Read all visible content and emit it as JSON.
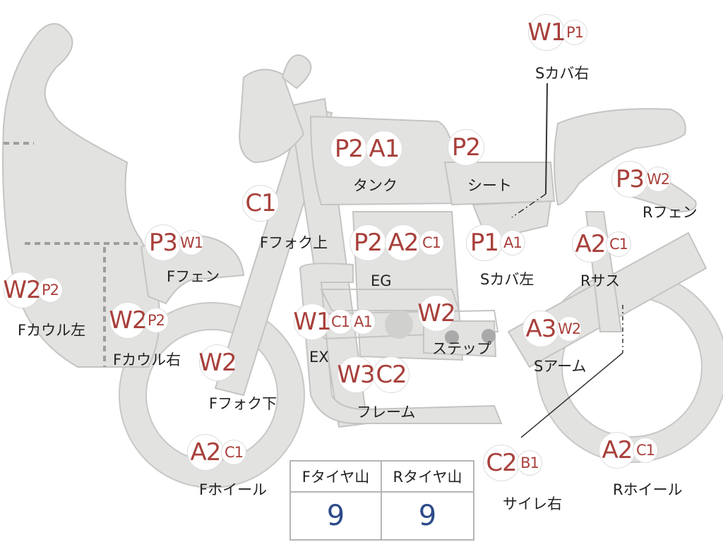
{
  "parts": [
    {
      "id": "s-cover-right",
      "label": "Sカバ右",
      "grades": [
        "W1",
        "P1"
      ]
    },
    {
      "id": "tank",
      "label": "タンク",
      "grades": [
        "P2",
        "A1"
      ]
    },
    {
      "id": "seat",
      "label": "シート",
      "grades": [
        "P2"
      ]
    },
    {
      "id": "r-fender",
      "label": "Rフェン",
      "grades": [
        "P3",
        "W2"
      ]
    },
    {
      "id": "f-fork-upper",
      "label": "Fフォク上",
      "grades": [
        "C1"
      ]
    },
    {
      "id": "f-fender",
      "label": "Fフェン",
      "grades": [
        "P3",
        "W1"
      ]
    },
    {
      "id": "engine",
      "label": "EG",
      "grades": [
        "P2",
        "A2",
        "C1"
      ]
    },
    {
      "id": "s-cover-left",
      "label": "Sカバ左",
      "grades": [
        "P1",
        "A1"
      ]
    },
    {
      "id": "r-suspension",
      "label": "Rサス",
      "grades": [
        "A2",
        "C1"
      ]
    },
    {
      "id": "f-cowl-left",
      "label": "Fカウル左",
      "grades": [
        "W2",
        "P2"
      ]
    },
    {
      "id": "f-cowl-right",
      "label": "Fカウル右",
      "grades": [
        "W2",
        "P2"
      ]
    },
    {
      "id": "exhaust",
      "label": "EX",
      "grades": [
        "W1",
        "C1",
        "A1"
      ]
    },
    {
      "id": "step",
      "label": "ステップ",
      "grades": [
        "W2"
      ]
    },
    {
      "id": "s-arm",
      "label": "Sアーム",
      "grades": [
        "A3",
        "W2"
      ]
    },
    {
      "id": "f-fork-lower",
      "label": "Fフォク下",
      "grades": [
        "W2"
      ]
    },
    {
      "id": "frame",
      "label": "フレーム",
      "grades": [
        "W3",
        "C2"
      ]
    },
    {
      "id": "f-wheel",
      "label": "Fホイール",
      "grades": [
        "A2",
        "C1"
      ]
    },
    {
      "id": "silencer-right",
      "label": "サイレ右",
      "grades": [
        "C2",
        "B1"
      ]
    },
    {
      "id": "r-wheel",
      "label": "Rホイール",
      "grades": [
        "A2",
        "C1"
      ]
    }
  ],
  "tire_table": {
    "front_header": "Fタイヤ山",
    "rear_header": "Rタイヤ山",
    "front_value": "9",
    "rear_value": "9"
  },
  "colors": {
    "silhouette": "#e2e2e0",
    "outline": "#bdbdbd",
    "grade_text": "#a8403b",
    "value_text": "#2d4a8a"
  }
}
